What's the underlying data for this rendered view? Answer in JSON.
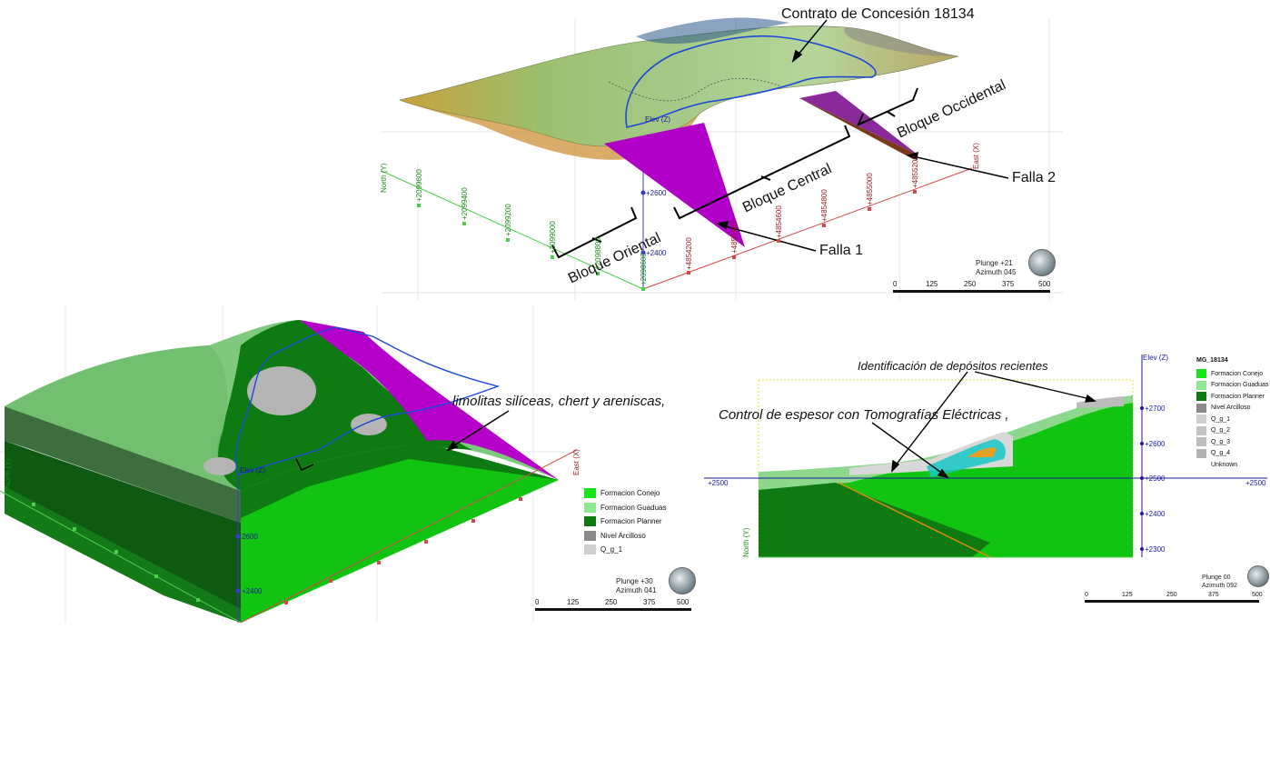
{
  "top_panel": {
    "title_label": "Contrato de Concesión 18134",
    "blocks": [
      "Bloque Occidental",
      "Bloque Central",
      "Bloque Oriental"
    ],
    "faults": [
      "Falla 2",
      "Falla 1"
    ],
    "north_ticks": [
      "+2099600",
      "+2099400",
      "+2099200",
      "+2099000",
      "+2098800",
      "+2098600"
    ],
    "east_ticks": [
      "+4854200",
      "+4854400",
      "+4854600",
      "+4854800",
      "+4855000",
      "+4855200"
    ],
    "elev_ticks": [
      "+2600",
      "+2400"
    ],
    "axis_north": "North (Y)",
    "axis_east": "East (X)",
    "axis_elev": "Elev (Z)",
    "plunge": "Plunge +21",
    "azimuth": "Azimuth 045",
    "scale": [
      "0",
      "125",
      "250",
      "375",
      "500"
    ]
  },
  "bottom_left_panel": {
    "annotation": "limolitas silíceas, chert y areniscas,",
    "axis_north": "North (Y)",
    "axis_east": "East (X)",
    "axis_elev": "Elev (Z)",
    "elev_ticks": [
      "2600",
      "+2400"
    ],
    "legend": [
      {
        "label": "Formacion Conejo",
        "color": "#19e619"
      },
      {
        "label": "Formacion Guaduas",
        "color": "#8ee88e"
      },
      {
        "label": "Formacion Planner",
        "color": "#0e7a12"
      },
      {
        "label": "Nivel Arcilloso",
        "color": "#8a8a8a"
      },
      {
        "label": "Q_g_1",
        "color": "#cfcfcf"
      }
    ],
    "plunge": "Plunge +30",
    "azimuth": "Azimuth 041",
    "scale": [
      "0",
      "125",
      "250",
      "375",
      "500"
    ]
  },
  "bottom_right_panel": {
    "annotation_1": "Identificación de depósitos recientes",
    "annotation_2": "Control de espesor con Tomografías Eléctricas ,",
    "legend_title": "MG_18134",
    "legend": [
      {
        "label": "Formacion Conejo",
        "color": "#19e619"
      },
      {
        "label": "Formacion Guaduas",
        "color": "#8ee88e"
      },
      {
        "label": "Formacion Planner",
        "color": "#0e7a12"
      },
      {
        "label": "Nivel Arcilloso",
        "color": "#8a8a8a"
      },
      {
        "label": "Q_g_1",
        "color": "#cfcfcf"
      },
      {
        "label": "Q_g_2",
        "color": "#c4c4c4"
      },
      {
        "label": "Q_g_3",
        "color": "#bdbdbd"
      },
      {
        "label": "Q_g_4",
        "color": "#b3b3b3"
      },
      {
        "label": "Unknown",
        "color": "#ffffff"
      }
    ],
    "axis_elev": "Elev (Z)",
    "axis_north": "North (Y)",
    "elev_ticks": [
      "+2700",
      "+2600",
      "+2500",
      "+2400",
      "+2300"
    ],
    "h_ticks": [
      "+2500",
      "+2500"
    ],
    "plunge": "Plunge 00",
    "azimuth": "Azimuth 092",
    "scale": [
      "0",
      "125",
      "250",
      "375",
      "500"
    ]
  }
}
